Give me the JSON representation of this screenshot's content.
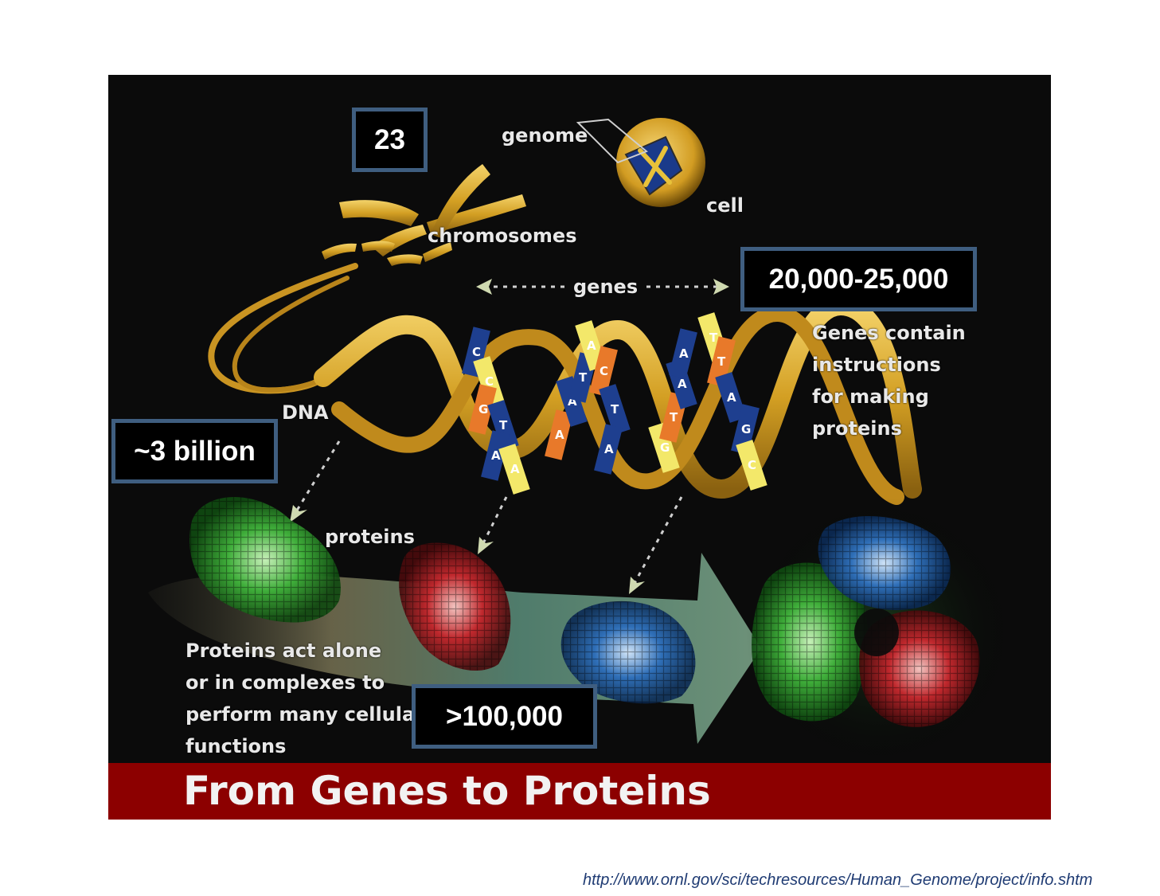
{
  "labels": {
    "genome": "genome",
    "cell": "cell",
    "chromosomes": "chromosomes",
    "genes": "genes",
    "dna": "DNA",
    "proteins": "proteins",
    "genes_description": "Genes contain\ninstructions\nfor making\nproteins",
    "proteins_description": "Proteins act alone\nor in complexes to\nperform many cellular\nfunctions"
  },
  "callouts": {
    "chromosome_count": "23",
    "gene_count": "20,000-25,000",
    "dna_base_pairs": "~3 billion",
    "protein_count": ">100,000"
  },
  "bases": [
    "C",
    "C",
    "G",
    "T",
    "A",
    "A",
    "A",
    "A",
    "T",
    "A",
    "C",
    "T",
    "A",
    "G",
    "T",
    "A",
    "A",
    "T",
    "T",
    "A",
    "G",
    "C"
  ],
  "banner": {
    "title": "From Genes to Proteins"
  },
  "source_url": "http://www.ornl.gov/sci/techresources/Human_Genome/project/info.shtm",
  "colors": {
    "background": "#0b0b0b",
    "banner": "#8c0000",
    "callout_border": "#3f5e80",
    "dna_gold": "#d7a831",
    "protein_green": "#3fae3a",
    "protein_red": "#c0282d",
    "protein_blue": "#2f6fb8"
  }
}
